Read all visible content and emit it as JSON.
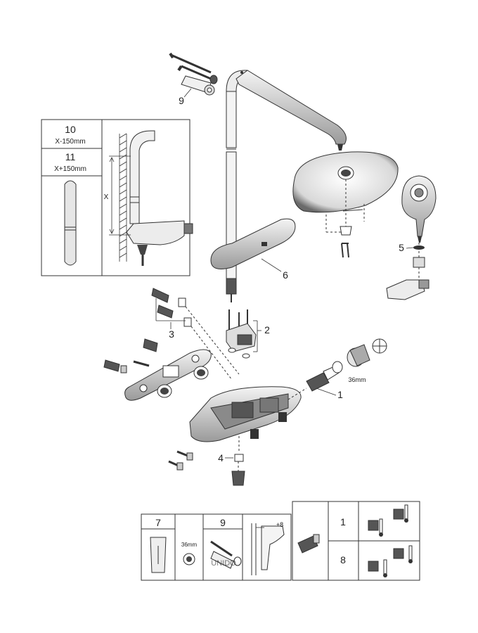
{
  "callouts": {
    "c1": "1",
    "c2": "2",
    "c3": "3",
    "c4": "4",
    "c5": "5",
    "c6": "6",
    "c9": "9"
  },
  "inset_extension": {
    "item_a": "10",
    "item_a_size": "X-150mm",
    "item_b": "11",
    "item_b_size": "X+150mm",
    "dim": "X"
  },
  "wrench_size_main": "36mm",
  "accessory_table": {
    "col7": "7",
    "col7_size": "36mm",
    "col9": "9",
    "offset": "+8"
  },
  "variant_table": {
    "row1": "1",
    "row2": "8"
  },
  "watermark": "UNIDO"
}
